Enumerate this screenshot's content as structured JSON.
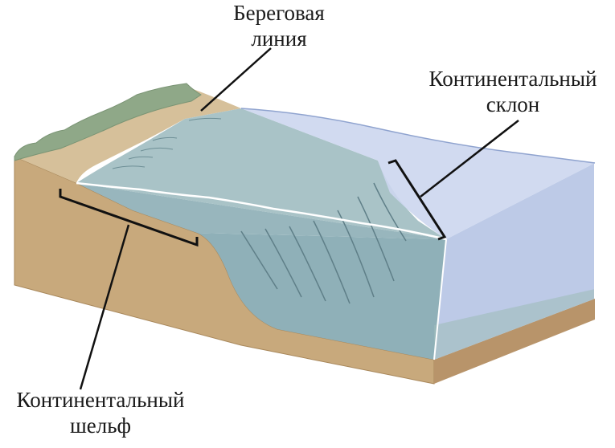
{
  "labels": {
    "shoreline": {
      "line1": "Береговая",
      "line2": "линия"
    },
    "continental_slope": {
      "line1": "Континентальный",
      "line2": "склон"
    },
    "continental_shelf": {
      "line1": "Континентальный",
      "line2": "шельф"
    }
  },
  "colors": {
    "land": "#c8a97c",
    "land_dark": "#b8946a",
    "sand": "#d6c09a",
    "vegetation": "#8fa888",
    "water_surface": "#a9c3c7",
    "water_side": "#8fb0b8",
    "sea_front": "#ccd6ee",
    "sea_side": "#b9c7e6",
    "outline": "#111111"
  }
}
